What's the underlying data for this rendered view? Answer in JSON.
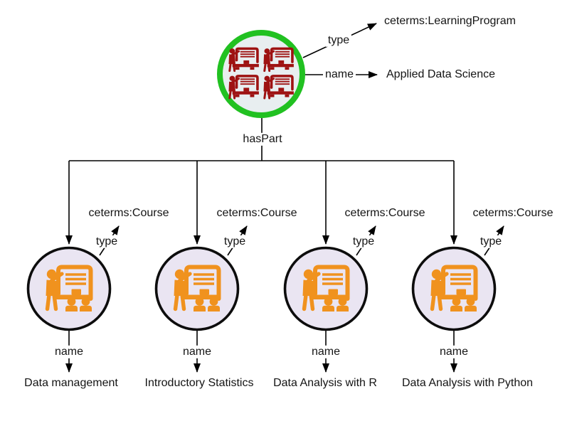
{
  "program": {
    "icon": "classroom-board-grid-icon",
    "type_label": "type",
    "type_value": "ceterms:LearningProgram",
    "name_label": "name",
    "name_value": "Applied Data Science",
    "haspart_label": "hasPart"
  },
  "courses": [
    {
      "icon": "classroom-teacher-icon",
      "type_label": "type",
      "type_value": "ceterms:Course",
      "name_label": "name",
      "name": "Data management"
    },
    {
      "icon": "classroom-teacher-icon",
      "type_label": "type",
      "type_value": "ceterms:Course",
      "name_label": "name",
      "name": "Introductory Statistics"
    },
    {
      "icon": "classroom-teacher-icon",
      "type_label": "type",
      "type_value": "ceterms:Course",
      "name_label": "name",
      "name": "Data Analysis with R"
    },
    {
      "icon": "classroom-teacher-icon",
      "type_label": "type",
      "type_value": "ceterms:Course",
      "name_label": "name",
      "name": "Data Analysis with Python"
    }
  ],
  "colors": {
    "program_ring": "#21c121",
    "program_fill": "#e8eef0",
    "program_icon": "#9e1212",
    "course_fill": "#eae5f2",
    "course_border": "#0d0d0d",
    "course_icon": "#f0921e",
    "connector": "#000000"
  }
}
